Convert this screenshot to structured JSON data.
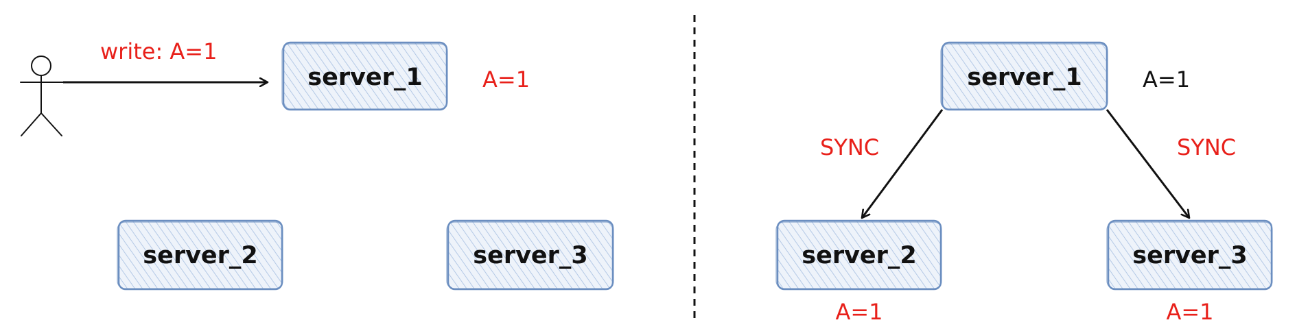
{
  "colors": {
    "box_stroke": "#6b8ec0",
    "box_fill": "#eef3fa",
    "hatch": "#b4c9e6",
    "red": "#e8201a",
    "black": "#111111"
  },
  "left_panel": {
    "actor_icon": "stick-figure",
    "write_label": "write: A=1",
    "server_1": "server_1",
    "server_1_value": "A=1",
    "server_2": "server_2",
    "server_3": "server_3"
  },
  "right_panel": {
    "server_1": "server_1",
    "server_1_value": "A=1",
    "sync_left": "SYNC",
    "sync_right": "SYNC",
    "server_2": "server_2",
    "server_2_value": "A=1",
    "server_3": "server_3",
    "server_3_value": "A=1"
  }
}
